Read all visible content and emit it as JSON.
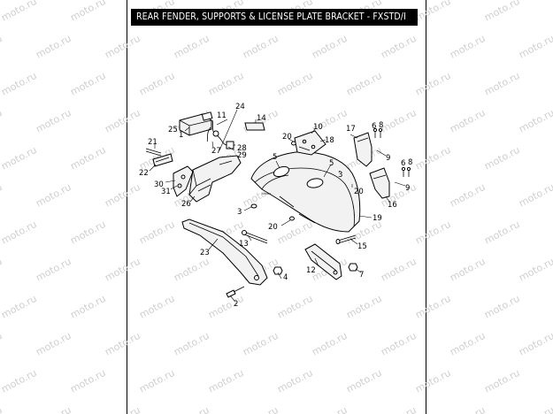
{
  "diagram": {
    "title": "REAR FENDER, SUPPORTS & LICENSE PLATE BRACKET - FXSTD/I",
    "watermark_text": "moto.ru",
    "callouts": [
      "1",
      "2",
      "3",
      "3",
      "4",
      "5",
      "5",
      "6",
      "6",
      "7",
      "8",
      "8",
      "9",
      "9",
      "10",
      "11",
      "12",
      "13",
      "14",
      "15",
      "16",
      "17",
      "18",
      "19",
      "20",
      "20",
      "20",
      "21",
      "22",
      "23",
      "24",
      "25",
      "26",
      "27",
      "28",
      "29",
      "30",
      "31"
    ]
  }
}
